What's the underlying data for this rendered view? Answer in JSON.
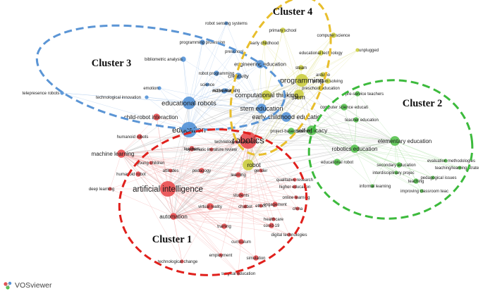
{
  "colors": {
    "red": "#e8484a",
    "green": "#52c14a",
    "blue": "#4f8fd6",
    "yellow": "#c9cc3a",
    "link_red": "#f2a3a3",
    "link_green": "#9fdc96",
    "link_blue": "#a5c4ea",
    "link_yellow": "#dfe08a",
    "outline_red": "#e0201c",
    "outline_green": "#3cba3c",
    "outline_blue": "#5b95d5",
    "outline_yellow": "#e8be2c"
  },
  "clusters": [
    {
      "id": "c1",
      "label": "Cluster 1",
      "color": "red"
    },
    {
      "id": "c2",
      "label": "Cluster 2",
      "color": "green"
    },
    {
      "id": "c3",
      "label": "Cluster 3",
      "color": "blue"
    },
    {
      "id": "c4",
      "label": "Cluster 4",
      "color": "yellow"
    }
  ],
  "nodes": [
    {
      "id": "artificial intelligence",
      "cluster": "red",
      "weight": 9
    },
    {
      "id": "robotics",
      "cluster": "red",
      "weight": 10
    },
    {
      "id": "robot",
      "cluster": "yellow",
      "weight": 6
    },
    {
      "id": "machine learning",
      "cluster": "red",
      "weight": 4
    },
    {
      "id": "automation",
      "cluster": "red",
      "weight": 3
    },
    {
      "id": "virtual reality",
      "cluster": "red",
      "weight": 3
    },
    {
      "id": "training",
      "cluster": "red",
      "weight": 2
    },
    {
      "id": "curriculum",
      "cluster": "red",
      "weight": 2
    },
    {
      "id": "simulation",
      "cluster": "red",
      "weight": 2
    },
    {
      "id": "employment",
      "cluster": "red",
      "weight": 1
    },
    {
      "id": "technological change",
      "cluster": "red",
      "weight": 1
    },
    {
      "id": "surgical education",
      "cluster": "red",
      "weight": 1
    },
    {
      "id": "digital technologies",
      "cluster": "red",
      "weight": 1
    },
    {
      "id": "covid-19",
      "cluster": "red",
      "weight": 2
    },
    {
      "id": "healthcare",
      "cluster": "red",
      "weight": 1
    },
    {
      "id": "engagement",
      "cluster": "red",
      "weight": 2
    },
    {
      "id": "china",
      "cluster": "red",
      "weight": 1
    },
    {
      "id": "online learning",
      "cluster": "red",
      "weight": 1
    },
    {
      "id": "ethics",
      "cluster": "red",
      "weight": 1
    },
    {
      "id": "chatbot",
      "cluster": "red",
      "weight": 1
    },
    {
      "id": "students",
      "cluster": "red",
      "weight": 2
    },
    {
      "id": "learning",
      "cluster": "red",
      "weight": 2
    },
    {
      "id": "gender",
      "cluster": "red",
      "weight": 1
    },
    {
      "id": "pedagogy",
      "cluster": "red",
      "weight": 2
    },
    {
      "id": "attitudes",
      "cluster": "red",
      "weight": 1
    },
    {
      "id": "young children",
      "cluster": "red",
      "weight": 1
    },
    {
      "id": "humanoid robot",
      "cluster": "red",
      "weight": 2
    },
    {
      "id": "deep learning",
      "cluster": "red",
      "weight": 1
    },
    {
      "id": "teachers",
      "cluster": "red",
      "weight": 2
    },
    {
      "id": "systematic literature review",
      "cluster": "red",
      "weight": 1
    },
    {
      "id": "technology acceptance",
      "cluster": "red",
      "weight": 1
    },
    {
      "id": "humanoid robots",
      "cluster": "red",
      "weight": 2
    },
    {
      "id": "qualitative research",
      "cluster": "red",
      "weight": 1
    },
    {
      "id": "higher education",
      "cluster": "red",
      "weight": 1
    },
    {
      "id": "child-robot interaction",
      "cluster": "red",
      "weight": 3
    },
    {
      "id": "education",
      "cluster": "blue",
      "weight": 9
    },
    {
      "id": "educational robots",
      "cluster": "blue",
      "weight": 7
    },
    {
      "id": "stem education",
      "cluster": "blue",
      "weight": 5
    },
    {
      "id": "early childhood education",
      "cluster": "blue",
      "weight": 5
    },
    {
      "id": "engineering education",
      "cluster": "blue",
      "weight": 4
    },
    {
      "id": "creativity",
      "cluster": "blue",
      "weight": 3
    },
    {
      "id": "mathematics",
      "cluster": "blue",
      "weight": 2
    },
    {
      "id": "robot programming",
      "cluster": "blue",
      "weight": 2
    },
    {
      "id": "emotion",
      "cluster": "blue",
      "weight": 1
    },
    {
      "id": "technological innovation",
      "cluster": "blue",
      "weight": 1
    },
    {
      "id": "bibliometric analysis",
      "cluster": "blue",
      "weight": 2
    },
    {
      "id": "programming profession",
      "cluster": "blue",
      "weight": 2
    },
    {
      "id": "preschool",
      "cluster": "blue",
      "weight": 1
    },
    {
      "id": "robot sensing systems",
      "cluster": "blue",
      "weight": 1
    },
    {
      "id": "telepresence robots",
      "cluster": "blue",
      "weight": 1
    },
    {
      "id": "science",
      "cluster": "blue",
      "weight": 1
    },
    {
      "id": "active learning",
      "cluster": "blue",
      "weight": 1
    },
    {
      "id": "programming",
      "cluster": "yellow",
      "weight": 7
    },
    {
      "id": "stem",
      "cluster": "yellow",
      "weight": 5
    },
    {
      "id": "computational thinking",
      "cluster": "yellow",
      "weight": 5
    },
    {
      "id": "early childhood",
      "cluster": "yellow",
      "weight": 2
    },
    {
      "id": "primary school",
      "cluster": "yellow",
      "weight": 2
    },
    {
      "id": "computer science",
      "cluster": "yellow",
      "weight": 2
    },
    {
      "id": "unplugged",
      "cluster": "yellow",
      "weight": 1
    },
    {
      "id": "educational technology",
      "cluster": "yellow",
      "weight": 2
    },
    {
      "id": "steam",
      "cluster": "yellow",
      "weight": 2
    },
    {
      "id": "arduino",
      "cluster": "yellow",
      "weight": 2
    },
    {
      "id": "problem solving",
      "cluster": "yellow",
      "weight": 2
    },
    {
      "id": "preschool education",
      "cluster": "yellow",
      "weight": 2
    },
    {
      "id": "elementary education",
      "cluster": "green",
      "weight": 5
    },
    {
      "id": "self-efficacy",
      "cluster": "green",
      "weight": 5
    },
    {
      "id": "robotics education",
      "cluster": "green",
      "weight": 4
    },
    {
      "id": "project-based learning",
      "cluster": "green",
      "weight": 3
    },
    {
      "id": "computer science education",
      "cluster": "green",
      "weight": 3
    },
    {
      "id": "teacher education",
      "cluster": "green",
      "weight": 2
    },
    {
      "id": "pre-service teachers",
      "cluster": "green",
      "weight": 2
    },
    {
      "id": "educational robot",
      "cluster": "green",
      "weight": 3
    },
    {
      "id": "secondary education",
      "cluster": "green",
      "weight": 2
    },
    {
      "id": "interdisciplinary project",
      "cluster": "green",
      "weight": 1
    },
    {
      "id": "teaching",
      "cluster": "green",
      "weight": 2
    },
    {
      "id": "pedagogical issues",
      "cluster": "green",
      "weight": 1
    },
    {
      "id": "teaching/learning strategies",
      "cluster": "green",
      "weight": 1
    },
    {
      "id": "evaluation methodologies",
      "cluster": "green",
      "weight": 1
    },
    {
      "id": "improving classroom teaching",
      "cluster": "green",
      "weight": 1
    },
    {
      "id": "informal learning",
      "cluster": "green",
      "weight": 1
    }
  ],
  "display_labels": {
    "artificial intelligence": "artificial intelligence",
    "robotics": "robotics",
    "robot": "robot",
    "machine learning": "machine learning",
    "automation": "automation",
    "virtual reality": "virtual reality",
    "training": "training",
    "curriculum": "curriculum",
    "simulation": "simulation",
    "employment": "employment",
    "technological change": "technological change",
    "surgical education": "surgical education",
    "digital technologies": "digital technologies",
    "covid-19": "covid-19",
    "healthcare": "healthcare",
    "engagement": "engagement",
    "china": "china",
    "online learning": "online learning",
    "ethics": "ethics",
    "chatbot": "chatbot",
    "students": "students",
    "learning": "learning",
    "gender": "gender",
    "pedagogy": "pedagogy",
    "attitudes": "attitudes",
    "young children": "young children",
    "humanoid robot": "humanoid robot",
    "deep learning": "deep learning",
    "teachers": "teachers",
    "systematic literature review": "systematic literature review",
    "technology acceptance": "technology acceptance",
    "humanoid robots": "humanoid robots",
    "qualitative research": "qualitative research",
    "higher education": "higher education",
    "child-robot interaction": "child-robot interaction",
    "education": "education",
    "educational robots": "educational robots",
    "stem education": "stem education",
    "early childhood education": "early childhood educatio",
    "engineering education": "engineering education",
    "creativity": "creativity",
    "mathematics": "mathematics",
    "robot programming": "robot programming",
    "emotion": "emotion",
    "technological innovation": "technological innovation",
    "bibliometric analysis": "bibliometric analysis",
    "programming profession": "programming profession",
    "preschool": "preschool",
    "robot sensing systems": "robot sensing systems",
    "telepresence robots": "telepresence robots",
    "science": "science",
    "active learning": "active learning",
    "programming": "programming",
    "stem": "stem",
    "computational thinking": "computational thinking",
    "early childhood": "early childhood",
    "primary school": "primary school",
    "computer science": "computer science",
    "unplugged": "unplugged",
    "educational technology": "educational technology",
    "steam": "steam",
    "arduino": "arduino",
    "problem solving": "problem solving",
    "preschool education": "preschool education",
    "elementary education": "elementary education",
    "self-efficacy": "self-efficacy",
    "robotics education": "robotics education",
    "project-based learning": "project-based learning",
    "computer science education": "computer science educati",
    "teacher education": "teacher education",
    "pre-service teachers": "pre-service teachers",
    "educational robot": "educational robot",
    "secondary education": "secondary education",
    "interdisciplinary project": "interdisciplinary projec",
    "teaching": "teaching",
    "pedagogical issues": "pedagogical issues",
    "teaching/learning strategies": "teaching/learning strate",
    "evaluation methodologies": "evaluation methodologies",
    "improving classroom teaching": "improving classroom teac",
    "informal learning": "informal learning"
  },
  "app": {
    "logo_text": "VOSviewer",
    "logo_icon": "vosviewer-logo-icon"
  }
}
